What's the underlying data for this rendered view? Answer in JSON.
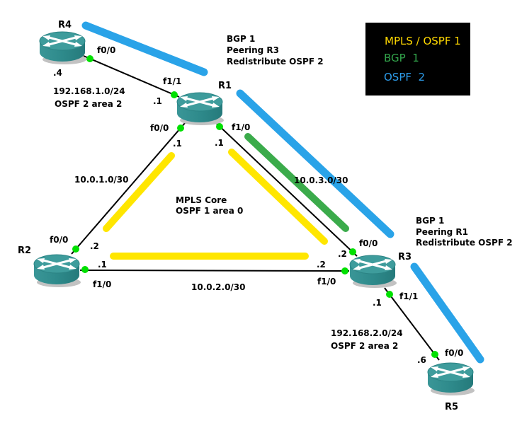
{
  "legend": {
    "items": [
      {
        "label": "MPLS / OSPF 1",
        "color": "#FFD800"
      },
      {
        "label": "BGP  1",
        "color": "#33A64C"
      },
      {
        "label": "OSPF  2",
        "color": "#2D9CEA"
      }
    ]
  },
  "colors": {
    "mpls_ospf1_line": "#FFE600",
    "bgp1_line": "#3BAB4B",
    "ospf2_line": "#2AA3E8",
    "link_line": "#000000",
    "interface_up_dot": "#00E000",
    "router_fill": "#2E8F90",
    "legend_background": "#000000",
    "canvas_background": "#FFFFFF"
  },
  "routers": {
    "r1": "R1",
    "r2": "R2",
    "r3": "R3",
    "r4": "R4",
    "r5": "R5"
  },
  "annotations": {
    "r1_bgp": {
      "line1": "BGP 1",
      "line2": "Peering R3",
      "line3": "Redistribute OSPF 2"
    },
    "r3_bgp": {
      "line1": "BGP 1",
      "line2": "Peering R1",
      "line3": "Redistribute OSPF 2"
    },
    "mpls_core": {
      "line1": "MPLS Core",
      "line2": "OSPF 1 area 0"
    },
    "lan_r4": {
      "line1": "192.168.1.0/24",
      "line2": "OSPF 2 area 2"
    },
    "lan_r5": {
      "line1": "192.168.2.0/24",
      "line2": "OSPF 2 area 2"
    }
  },
  "subnets": {
    "r1_r2": "10.0.1.0/30",
    "r2_r3": "10.0.2.0/30",
    "r1_r3": "10.0.3.0/30"
  },
  "interfaces": {
    "r4_f00": {
      "name": "f0/0",
      "addr": ".4"
    },
    "r1_f11": {
      "name": "f1/1",
      "addr": ".1"
    },
    "r1_f00": {
      "name": "f0/0",
      "addr": ".1"
    },
    "r1_f10": {
      "name": "f1/0",
      "addr": ".1"
    },
    "r2_f00": {
      "name": "f0/0",
      "addr": ".2"
    },
    "r2_f10": {
      "name": "f1/0",
      "addr": ".1"
    },
    "r3_f00": {
      "name": "f0/0",
      "addr": ".2"
    },
    "r3_f10": {
      "name": "f1/0",
      "addr": ".2"
    },
    "r3_f11": {
      "name": "f1/1",
      "addr": ".1"
    },
    "r5_f00": {
      "name": "f0/0",
      "addr": ".6"
    }
  }
}
